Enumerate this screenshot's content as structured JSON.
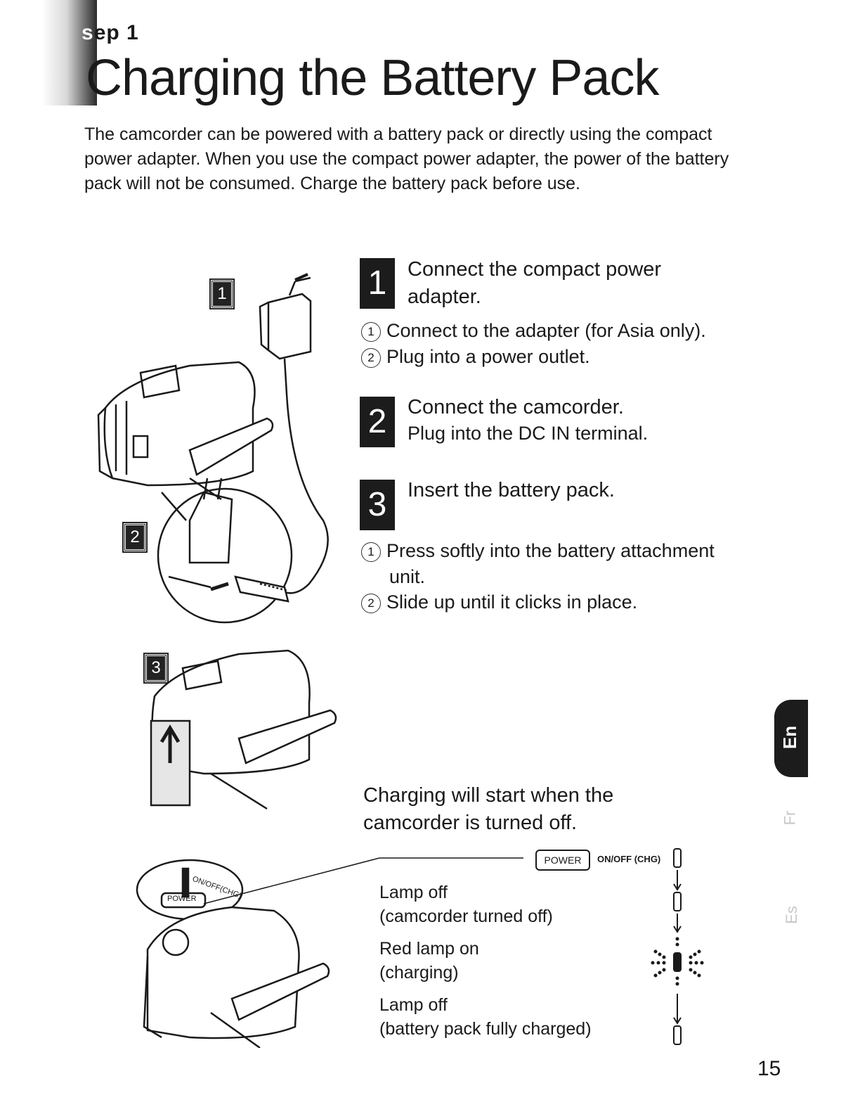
{
  "header": {
    "step_label_first": "s",
    "step_label_rest": "ep 1",
    "title": "Charging the Battery Pack"
  },
  "intro": "The camcorder can be powered with a battery pack or directly using the compact power adapter. When you use the compact power adapter, the power of the battery pack will not be consumed. Charge the battery pack before use.",
  "steps": [
    {
      "num": "1",
      "title_line1": "Connect the compact power",
      "title_line2": "adapter.",
      "subs": [
        {
          "marker": "1",
          "text": "Connect to the adapter (for Asia only)."
        },
        {
          "marker": "2",
          "text": "Plug into a power outlet."
        }
      ]
    },
    {
      "num": "2",
      "title_line1": "Connect the camcorder.",
      "detail": "Plug into the DC IN terminal."
    },
    {
      "num": "3",
      "title_line1": "Insert the battery pack.",
      "subs": [
        {
          "marker": "1",
          "text_line1": "Press softly into the battery attachment",
          "text_line2": "unit."
        },
        {
          "marker": "2",
          "text": "Slide up until it clicks in place."
        }
      ]
    }
  ],
  "figure_labels": [
    "1",
    "2",
    "3"
  ],
  "charging": {
    "note_line1": "Charging will start when the",
    "note_line2": "camcorder is turned off.",
    "power_button": "POWER",
    "switch_label": "ON/OFF (CHG)",
    "callout_switch": "ON/OFF(CHG)",
    "callout_power": "POWER",
    "lamps": [
      {
        "state": "Lamp off",
        "desc": "(camcorder turned off)"
      },
      {
        "state": "Red lamp on",
        "desc": "(charging)"
      },
      {
        "state": "Lamp off",
        "desc": "(battery pack fully charged)"
      }
    ]
  },
  "side_tabs": {
    "active": "En",
    "inactive": [
      "Fr",
      "Es"
    ]
  },
  "page_number": "15",
  "colors": {
    "ink": "#1a1a1a",
    "badge": "#1c1c1c"
  }
}
